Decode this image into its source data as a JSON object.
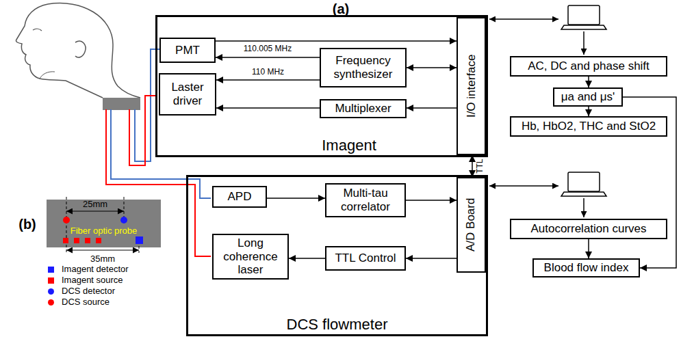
{
  "diagram": {
    "nodes": [
      {
        "text": [
          "Imagent"
        ]
      },
      {
        "text": [
          "PMT"
        ],
        "in": 0
      },
      {
        "text": [
          "Laster driver"
        ],
        "in": 0
      },
      {
        "text": [
          "Frequency synthesizer"
        ],
        "in": 0
      },
      {
        "text": [
          "Multiplexer"
        ],
        "in": 0
      },
      {
        "text": [
          "I/O interface"
        ],
        "in": 0
      },
      {
        "text": [
          "DCS flowmeter"
        ]
      },
      {
        "text": [
          "APD"
        ],
        "in": 6
      },
      {
        "text": [
          "Multi-tau correlator"
        ],
        "in": 6
      },
      {
        "text": [
          "A/D Board"
        ],
        "in": 6
      },
      {
        "text": [
          "Long coherence laser"
        ],
        "in": 6
      },
      {
        "text": [
          "TTL Control"
        ],
        "in": 6
      },
      {
        "text": [
          "AC, DC and phase shift"
        ]
      },
      {
        "text": [
          "μa and μs'"
        ]
      },
      {
        "text": [
          "Hb, HbO2, THC and StO2"
        ]
      },
      {
        "text": [
          "Autocorrelation curves"
        ]
      },
      {
        "text": [
          "Blood flow index"
        ]
      },
      {
        "text": [
          "Fiber optic probe"
        ]
      }
    ],
    "edges": [
      {
        "from": 3,
        "to": 1,
        "arrow": "to",
        "label": "110.005 MHz"
      },
      {
        "from": 3,
        "to": 2,
        "arrow": "to",
        "label": "110 MHz"
      },
      {
        "from": 1,
        "to": 5,
        "arrow": "to"
      },
      {
        "from": 3,
        "to": 5,
        "arrow": "both"
      },
      {
        "from": 5,
        "to": 4,
        "arrow": "to"
      },
      {
        "from": 4,
        "to": 2,
        "arrow": "to"
      },
      {
        "from": 5,
        "to": 9,
        "arrow": "both",
        "label": "TTL"
      },
      {
        "from": 7,
        "to": 8,
        "arrow": "to"
      },
      {
        "from": 8,
        "to": 9,
        "arrow": "to"
      },
      {
        "from": 9,
        "to": 11,
        "arrow": "to"
      },
      {
        "from": 11,
        "to": 10,
        "arrow": "to"
      },
      {
        "from": 12,
        "to": 13,
        "arrow": "to"
      },
      {
        "from": 13,
        "to": 14,
        "arrow": "to"
      },
      {
        "from": 15,
        "to": 16,
        "arrow": "to"
      },
      {
        "from": 13,
        "to": 16,
        "arrow": "to"
      }
    ],
    "labels": [
      "(a)",
      "(b)",
      "25mm",
      "35mm"
    ],
    "legend": [
      {
        "text": "Imagent detector",
        "color": "#1a1aff"
      },
      {
        "text": "Imagent source",
        "color": "#ff0000"
      },
      {
        "text": "DCS detector",
        "color": "#1a1aff"
      },
      {
        "text": "DCS source",
        "color": "#ff0000"
      }
    ]
  }
}
